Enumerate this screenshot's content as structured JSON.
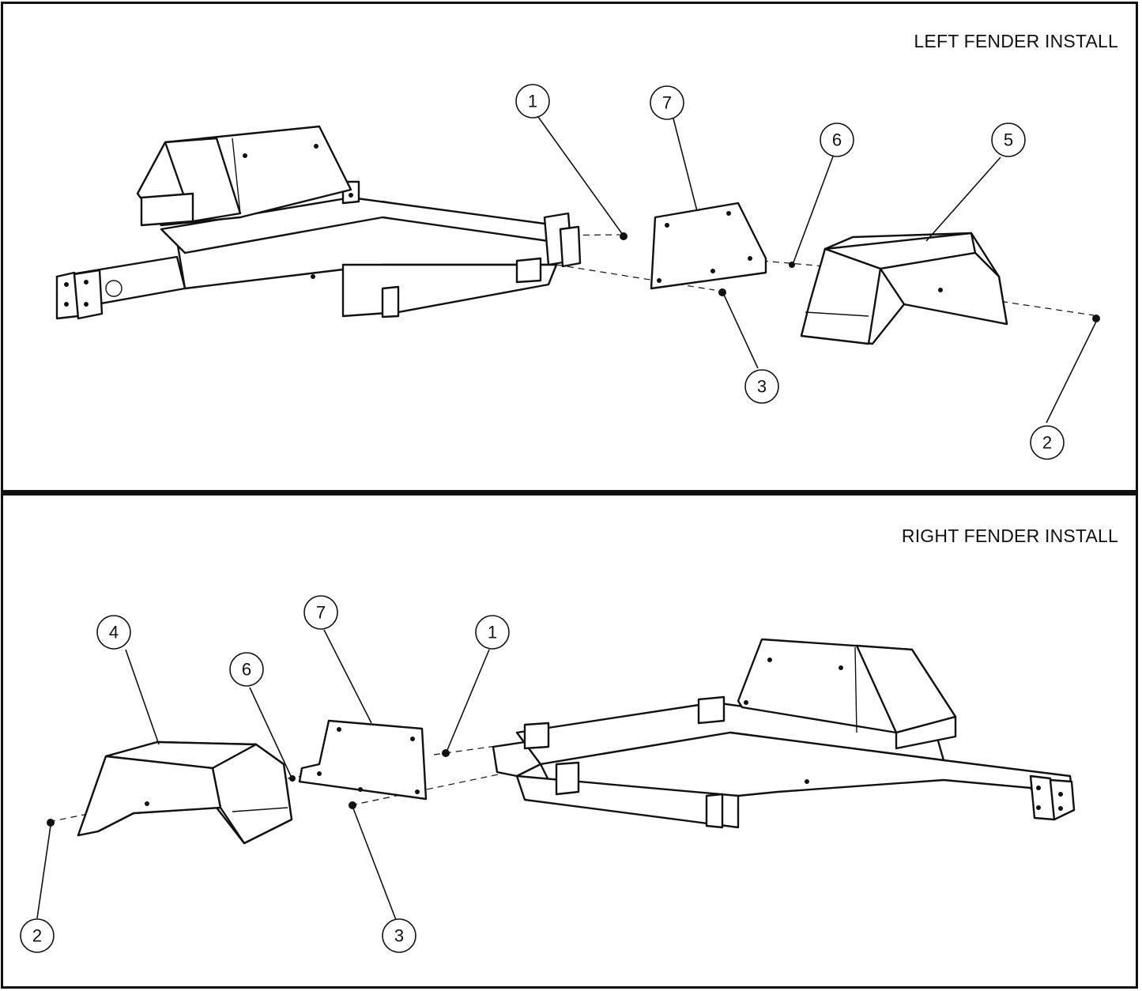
{
  "panels": [
    {
      "title": "LEFT FENDER INSTALL",
      "callouts": [
        "1",
        "7",
        "6",
        "5",
        "3",
        "2"
      ]
    },
    {
      "title": "RIGHT FENDER INSTALL",
      "callouts": [
        "7",
        "1",
        "4",
        "6",
        "2",
        "3"
      ]
    }
  ]
}
